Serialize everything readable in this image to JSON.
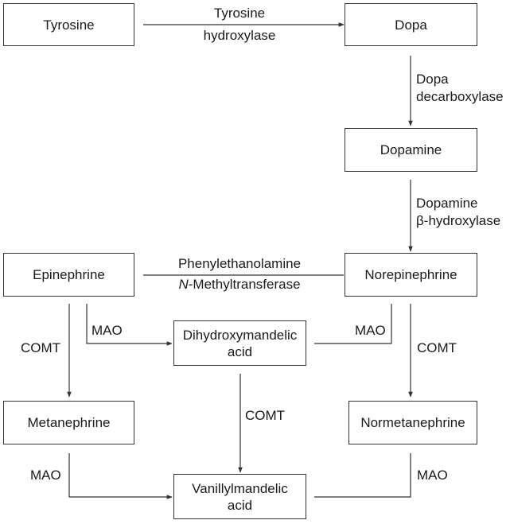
{
  "nodes": {
    "tyrosine": "Tyrosine",
    "dopa": "Dopa",
    "dopamine": "Dopamine",
    "epinephrine": "Epinephrine",
    "norepinephrine": "Norepinephrine",
    "dihydroxymandelic_line1": "Dihydroxymandelic",
    "dihydroxymandelic_line2": "acid",
    "metanephrine": "Metanephrine",
    "normetanephrine": "Normetanephrine",
    "vanillylmandelic_line1": "Vanillylmandelic",
    "vanillylmandelic_line2": "acid"
  },
  "enzymes": {
    "tyrosine_hydroxylase_line1": "Tyrosine",
    "tyrosine_hydroxylase_line2": "hydroxylase",
    "dopa_decarboxylase_line1": "Dopa",
    "dopa_decarboxylase_line2": "decarboxylase",
    "dopamine_bh_line1": "Dopamine",
    "dopamine_bh_line2": "β-hydroxylase",
    "pnmt_line1": "Phenylethanolamine",
    "pnmt_line2_italic": "N",
    "pnmt_line2_rest": "-Methyltransferase",
    "mao_epi": "MAO",
    "mao_norepi": "MAO",
    "comt_epi": "COMT",
    "comt_norepi": "COMT",
    "comt_dhma": "COMT",
    "mao_metanephrine": "MAO",
    "mao_normetanephrine": "MAO"
  }
}
